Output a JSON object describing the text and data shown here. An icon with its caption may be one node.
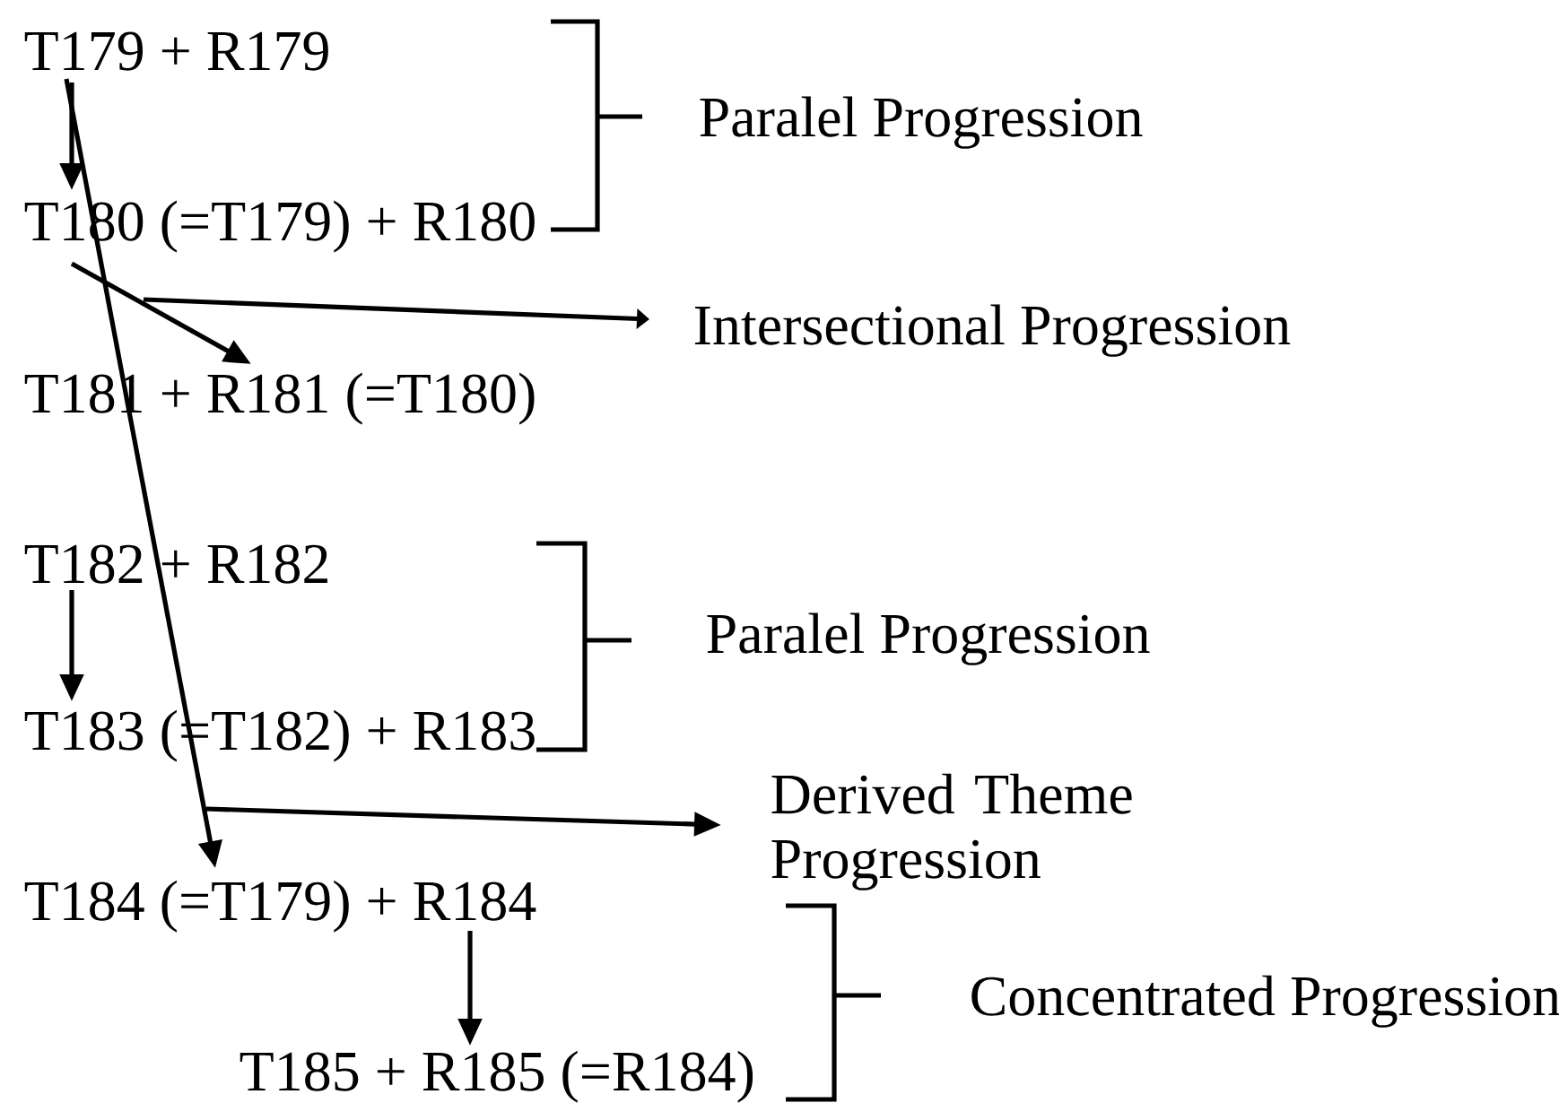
{
  "diagram": {
    "nodes": [
      {
        "text": [
          "T179 + R179"
        ]
      },
      {
        "text": [
          "T180 (=T179) + R180"
        ]
      },
      {
        "text": [
          "T181 + R181 (=T180)"
        ]
      },
      {
        "text": [
          "T182 + R182"
        ]
      },
      {
        "text": [
          "T183 (=T182) + R183"
        ]
      },
      {
        "text": [
          "T184 (=T179) + R184"
        ]
      },
      {
        "text": [
          "T185 + R185 (=R184)"
        ]
      },
      {
        "text": [
          "Intersectional Progression"
        ]
      },
      {
        "text": [
          "Derived Theme Progression"
        ]
      }
    ],
    "edges": [
      {
        "from": 0,
        "to": 1,
        "arrow": "to"
      },
      {
        "from": 0,
        "to": 5,
        "arrow": "to"
      },
      {
        "from": 1,
        "to": 2,
        "arrow": "to"
      },
      {
        "from": 3,
        "to": 4,
        "arrow": "to"
      },
      {
        "from": 5,
        "to": 6,
        "arrow": "to"
      },
      {
        "from": null,
        "to": 7,
        "arrow": "to"
      },
      {
        "from": null,
        "to": 8,
        "arrow": "to"
      }
    ],
    "labels": [
      "Paralel Progression",
      "Paralel Progression",
      "Concentrated Progression"
    ]
  }
}
